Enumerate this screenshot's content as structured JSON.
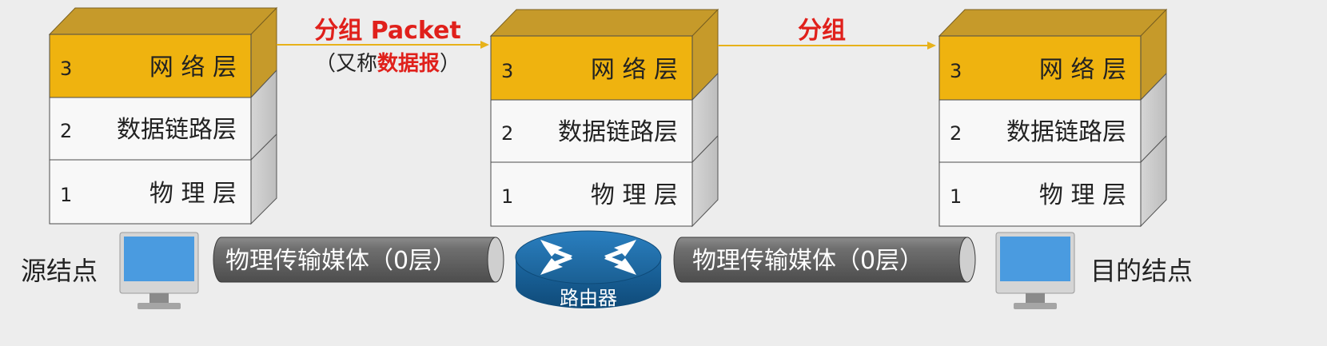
{
  "stacks": [
    {
      "id": "source",
      "layers": [
        {
          "num": "3",
          "name": "网 络 层"
        },
        {
          "num": "2",
          "name": "数据链路层"
        },
        {
          "num": "1",
          "name": "物 理 层"
        }
      ]
    },
    {
      "id": "router",
      "layers": [
        {
          "num": "3",
          "name": "网 络 层"
        },
        {
          "num": "2",
          "name": "数据链路层"
        },
        {
          "num": "1",
          "name": "物 理 层"
        }
      ]
    },
    {
      "id": "destination",
      "layers": [
        {
          "num": "3",
          "name": "网 络 层"
        },
        {
          "num": "2",
          "name": "数据链路层"
        },
        {
          "num": "1",
          "name": "物 理 层"
        }
      ]
    }
  ],
  "arrows": {
    "first": {
      "label": "分组 Packet",
      "sub_prefix": "（又称",
      "sub_emph": "数据报",
      "sub_suffix": "）"
    },
    "second": {
      "label": "分组"
    }
  },
  "media": {
    "left": "物理传输媒体（0层）",
    "right": "物理传输媒体（0层）"
  },
  "nodes": {
    "source": "源结点",
    "router": "路由器",
    "destination": "目的结点"
  },
  "colors": {
    "network_layer": "#efb30f",
    "network_layer_side": "#c69a2a",
    "accent_red": "#e0201b",
    "arrow": "#e7b21a",
    "router": "#1f6fa8",
    "monitor_screen": "#4a9be0"
  }
}
